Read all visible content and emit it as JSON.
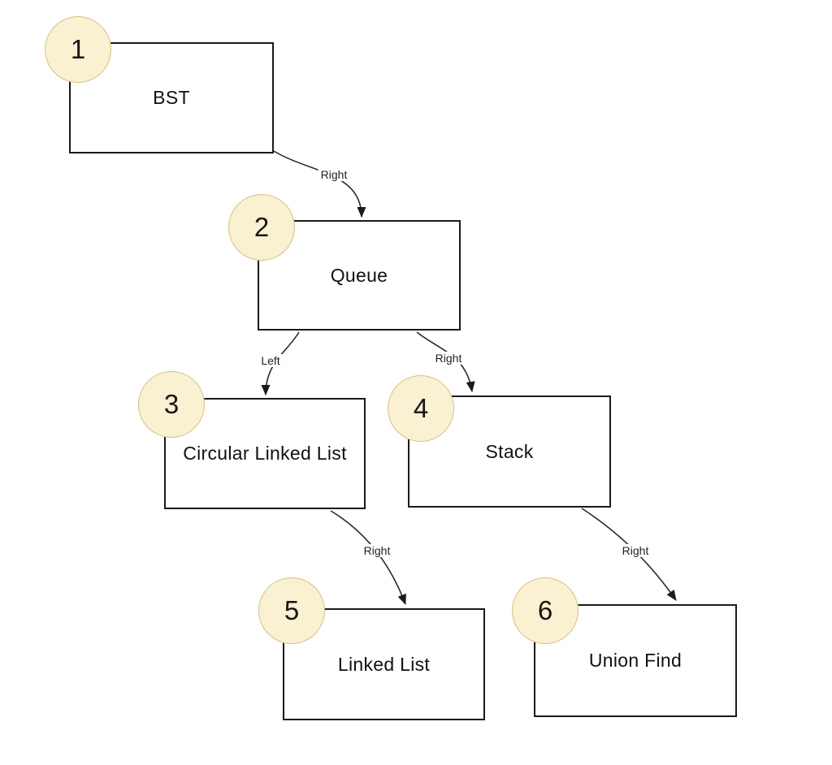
{
  "diagram": {
    "colors": {
      "background": "#ffffff",
      "node_fill": "#ffffff",
      "node_border": "#1a1a1a",
      "badge_fill": "#faf0d2",
      "badge_border": "#d8c084",
      "edge_line": "#2a2a2a",
      "text": "#111111"
    },
    "nodes": [
      {
        "badge": "1",
        "label": "BST"
      },
      {
        "badge": "2",
        "label": "Queue"
      },
      {
        "badge": "3",
        "label": "Circular Linked List"
      },
      {
        "badge": "4",
        "label": "Stack"
      },
      {
        "badge": "5",
        "label": "Linked List"
      },
      {
        "badge": "6",
        "label": "Union Find"
      }
    ],
    "edges": [
      {
        "from": "BST",
        "to": "Queue",
        "label": "Right"
      },
      {
        "from": "Queue",
        "to": "Circular Linked List",
        "label": "Left"
      },
      {
        "from": "Queue",
        "to": "Stack",
        "label": "Right"
      },
      {
        "from": "Circular Linked List",
        "to": "Linked List",
        "label": "Right"
      },
      {
        "from": "Stack",
        "to": "Union Find",
        "label": "Right"
      }
    ]
  }
}
